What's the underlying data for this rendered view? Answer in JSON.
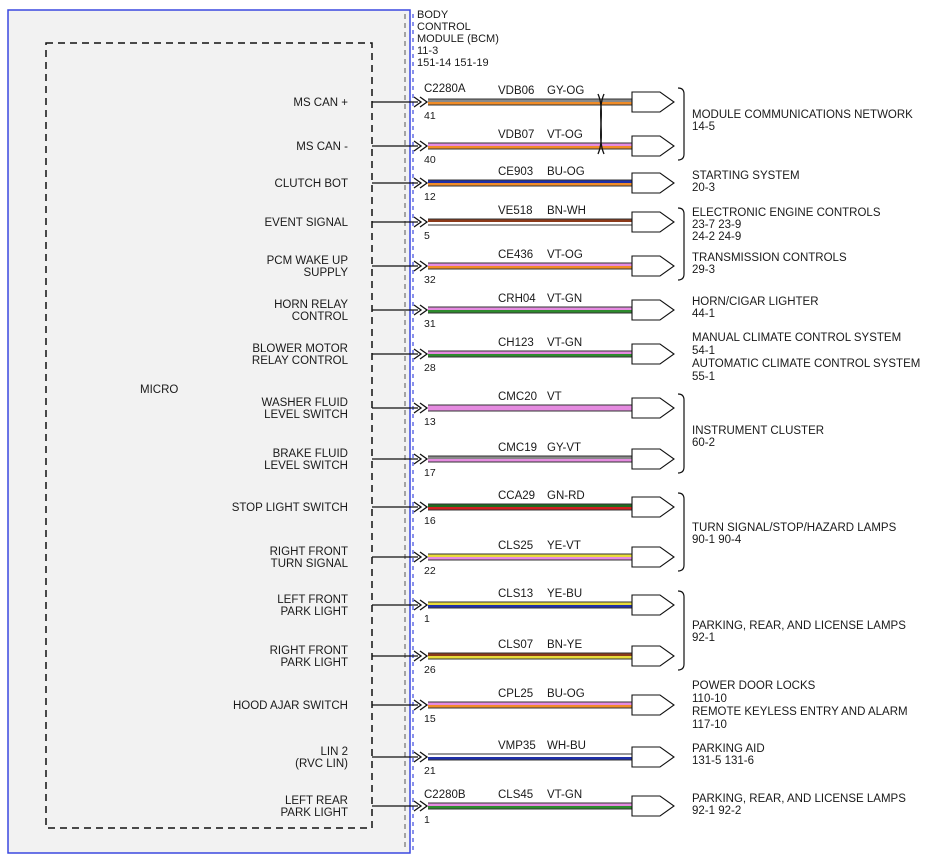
{
  "module": {
    "title_lines": [
      "BODY",
      "CONTROL",
      "MODULE (BCM)",
      "11-3",
      "151-14  151-19"
    ],
    "inner_label": "MICRO"
  },
  "connectors": [
    {
      "id": "c2280a",
      "name": "C2280A"
    },
    {
      "id": "c2280b",
      "name": "C2280B"
    }
  ],
  "circuits": [
    {
      "signal": [
        "MS CAN +"
      ],
      "circuit": "VDB06",
      "color_code": "GY-OG",
      "pin": "41",
      "colors": [
        "#8a8a8a",
        "#f08c28"
      ]
    },
    {
      "signal": [
        "MS CAN -"
      ],
      "circuit": "VDB07",
      "color_code": "VT-OG",
      "pin": "40",
      "colors": [
        "#e58be0",
        "#f08c28"
      ]
    },
    {
      "signal": [
        "CLUTCH BOT"
      ],
      "circuit": "CE903",
      "color_code": "BU-OG",
      "pin": "12",
      "colors": [
        "#1f2fa8",
        "#f08c28"
      ]
    },
    {
      "signal": [
        "EVENT SIGNAL"
      ],
      "circuit": "VE518",
      "color_code": "BN-WH",
      "pin": "5",
      "colors": [
        "#8b3a1a",
        "#ffffff"
      ]
    },
    {
      "signal": [
        "PCM WAKE UP",
        "SUPPLY"
      ],
      "circuit": "CE436",
      "color_code": "VT-OG",
      "pin": "32",
      "colors": [
        "#e58be0",
        "#f08c28"
      ]
    },
    {
      "signal": [
        "HORN RELAY",
        "CONTROL"
      ],
      "circuit": "CRH04",
      "color_code": "VT-GN",
      "pin": "31",
      "colors": [
        "#e58be0",
        "#2e8b2e"
      ]
    },
    {
      "signal": [
        "BLOWER MOTOR",
        "RELAY CONTROL"
      ],
      "circuit": "CH123",
      "color_code": "VT-GN",
      "pin": "28",
      "colors": [
        "#e58be0",
        "#2e8b2e"
      ]
    },
    {
      "signal": [
        "WASHER FLUID",
        "LEVEL SWITCH"
      ],
      "circuit": "CMC20",
      "color_code": "VT",
      "pin": "13",
      "colors": [
        "#e58be0"
      ]
    },
    {
      "signal": [
        "BRAKE FLUID",
        "LEVEL SWITCH"
      ],
      "circuit": "CMC19",
      "color_code": "GY-VT",
      "pin": "17",
      "colors": [
        "#8a8a8a",
        "#e58be0"
      ]
    },
    {
      "signal": [
        "STOP LIGHT SWITCH"
      ],
      "circuit": "CCA29",
      "color_code": "GN-RD",
      "pin": "16",
      "colors": [
        "#1f6b1f",
        "#d02020"
      ]
    },
    {
      "signal": [
        "RIGHT FRONT",
        "TURN SIGNAL"
      ],
      "circuit": "CLS25",
      "color_code": "YE-VT",
      "pin": "22",
      "colors": [
        "#e8dc3a",
        "#e58be0"
      ]
    },
    {
      "signal": [
        "LEFT FRONT",
        "PARK LIGHT"
      ],
      "circuit": "CLS13",
      "color_code": "YE-BU",
      "pin": "1",
      "colors": [
        "#e8dc3a",
        "#1f2fa8"
      ]
    },
    {
      "signal": [
        "RIGHT FRONT",
        "PARK LIGHT"
      ],
      "circuit": "CLS07",
      "color_code": "BN-YE",
      "pin": "26",
      "colors": [
        "#8b3a1a",
        "#e8dc3a"
      ]
    },
    {
      "signal": [
        "HOOD AJAR SWITCH"
      ],
      "circuit": "CPL25",
      "color_code": "BU-OG",
      "pin": "15",
      "colors": [
        "#e58be0",
        "#f08c28"
      ]
    },
    {
      "signal": [
        "LIN 2",
        "(RVC LIN)"
      ],
      "circuit": "VMP35",
      "color_code": "WH-BU",
      "pin": "21",
      "colors": [
        "#ffffff",
        "#1f2fa8"
      ]
    },
    {
      "signal": [
        "LEFT REAR",
        "PARK LIGHT"
      ],
      "circuit": "CLS45",
      "color_code": "VT-GN",
      "pin": "1",
      "colors": [
        "#e58be0",
        "#2e8b2e"
      ]
    }
  ],
  "destinations": [
    {
      "lines": [
        "MODULE COMMUNICATIONS NETWORK",
        "14-5"
      ]
    },
    {
      "lines": [
        "STARTING SYSTEM",
        "20-3"
      ]
    },
    {
      "lines": [
        "ELECTRONIC ENGINE CONTROLS",
        "23-7     23-9",
        "24-2     24-9"
      ]
    },
    {
      "lines": [
        "TRANSMISSION CONTROLS",
        "29-3"
      ]
    },
    {
      "lines": [
        "HORN/CIGAR LIGHTER",
        "44-1"
      ]
    },
    {
      "lines": [
        "MANUAL CLIMATE CONTROL SYSTEM",
        "54-1",
        "AUTOMATIC CLIMATE CONTROL SYSTEM",
        "55-1"
      ]
    },
    {
      "lines": [
        "INSTRUMENT CLUSTER",
        "60-2"
      ]
    },
    {
      "lines": [
        "TURN SIGNAL/STOP/HAZARD LAMPS",
        "90-1    90-4"
      ]
    },
    {
      "lines": [
        "PARKING, REAR, AND LICENSE LAMPS",
        "92-1"
      ]
    },
    {
      "lines": [
        "POWER DOOR LOCKS",
        "110-10",
        "REMOTE KEYLESS ENTRY AND ALARM",
        "117-10"
      ]
    },
    {
      "lines": [
        "PARKING AID",
        "131-5     131-6"
      ]
    },
    {
      "lines": [
        "PARKING, REAR, AND LICENSE LAMPS",
        "92-1     92-2"
      ]
    }
  ]
}
